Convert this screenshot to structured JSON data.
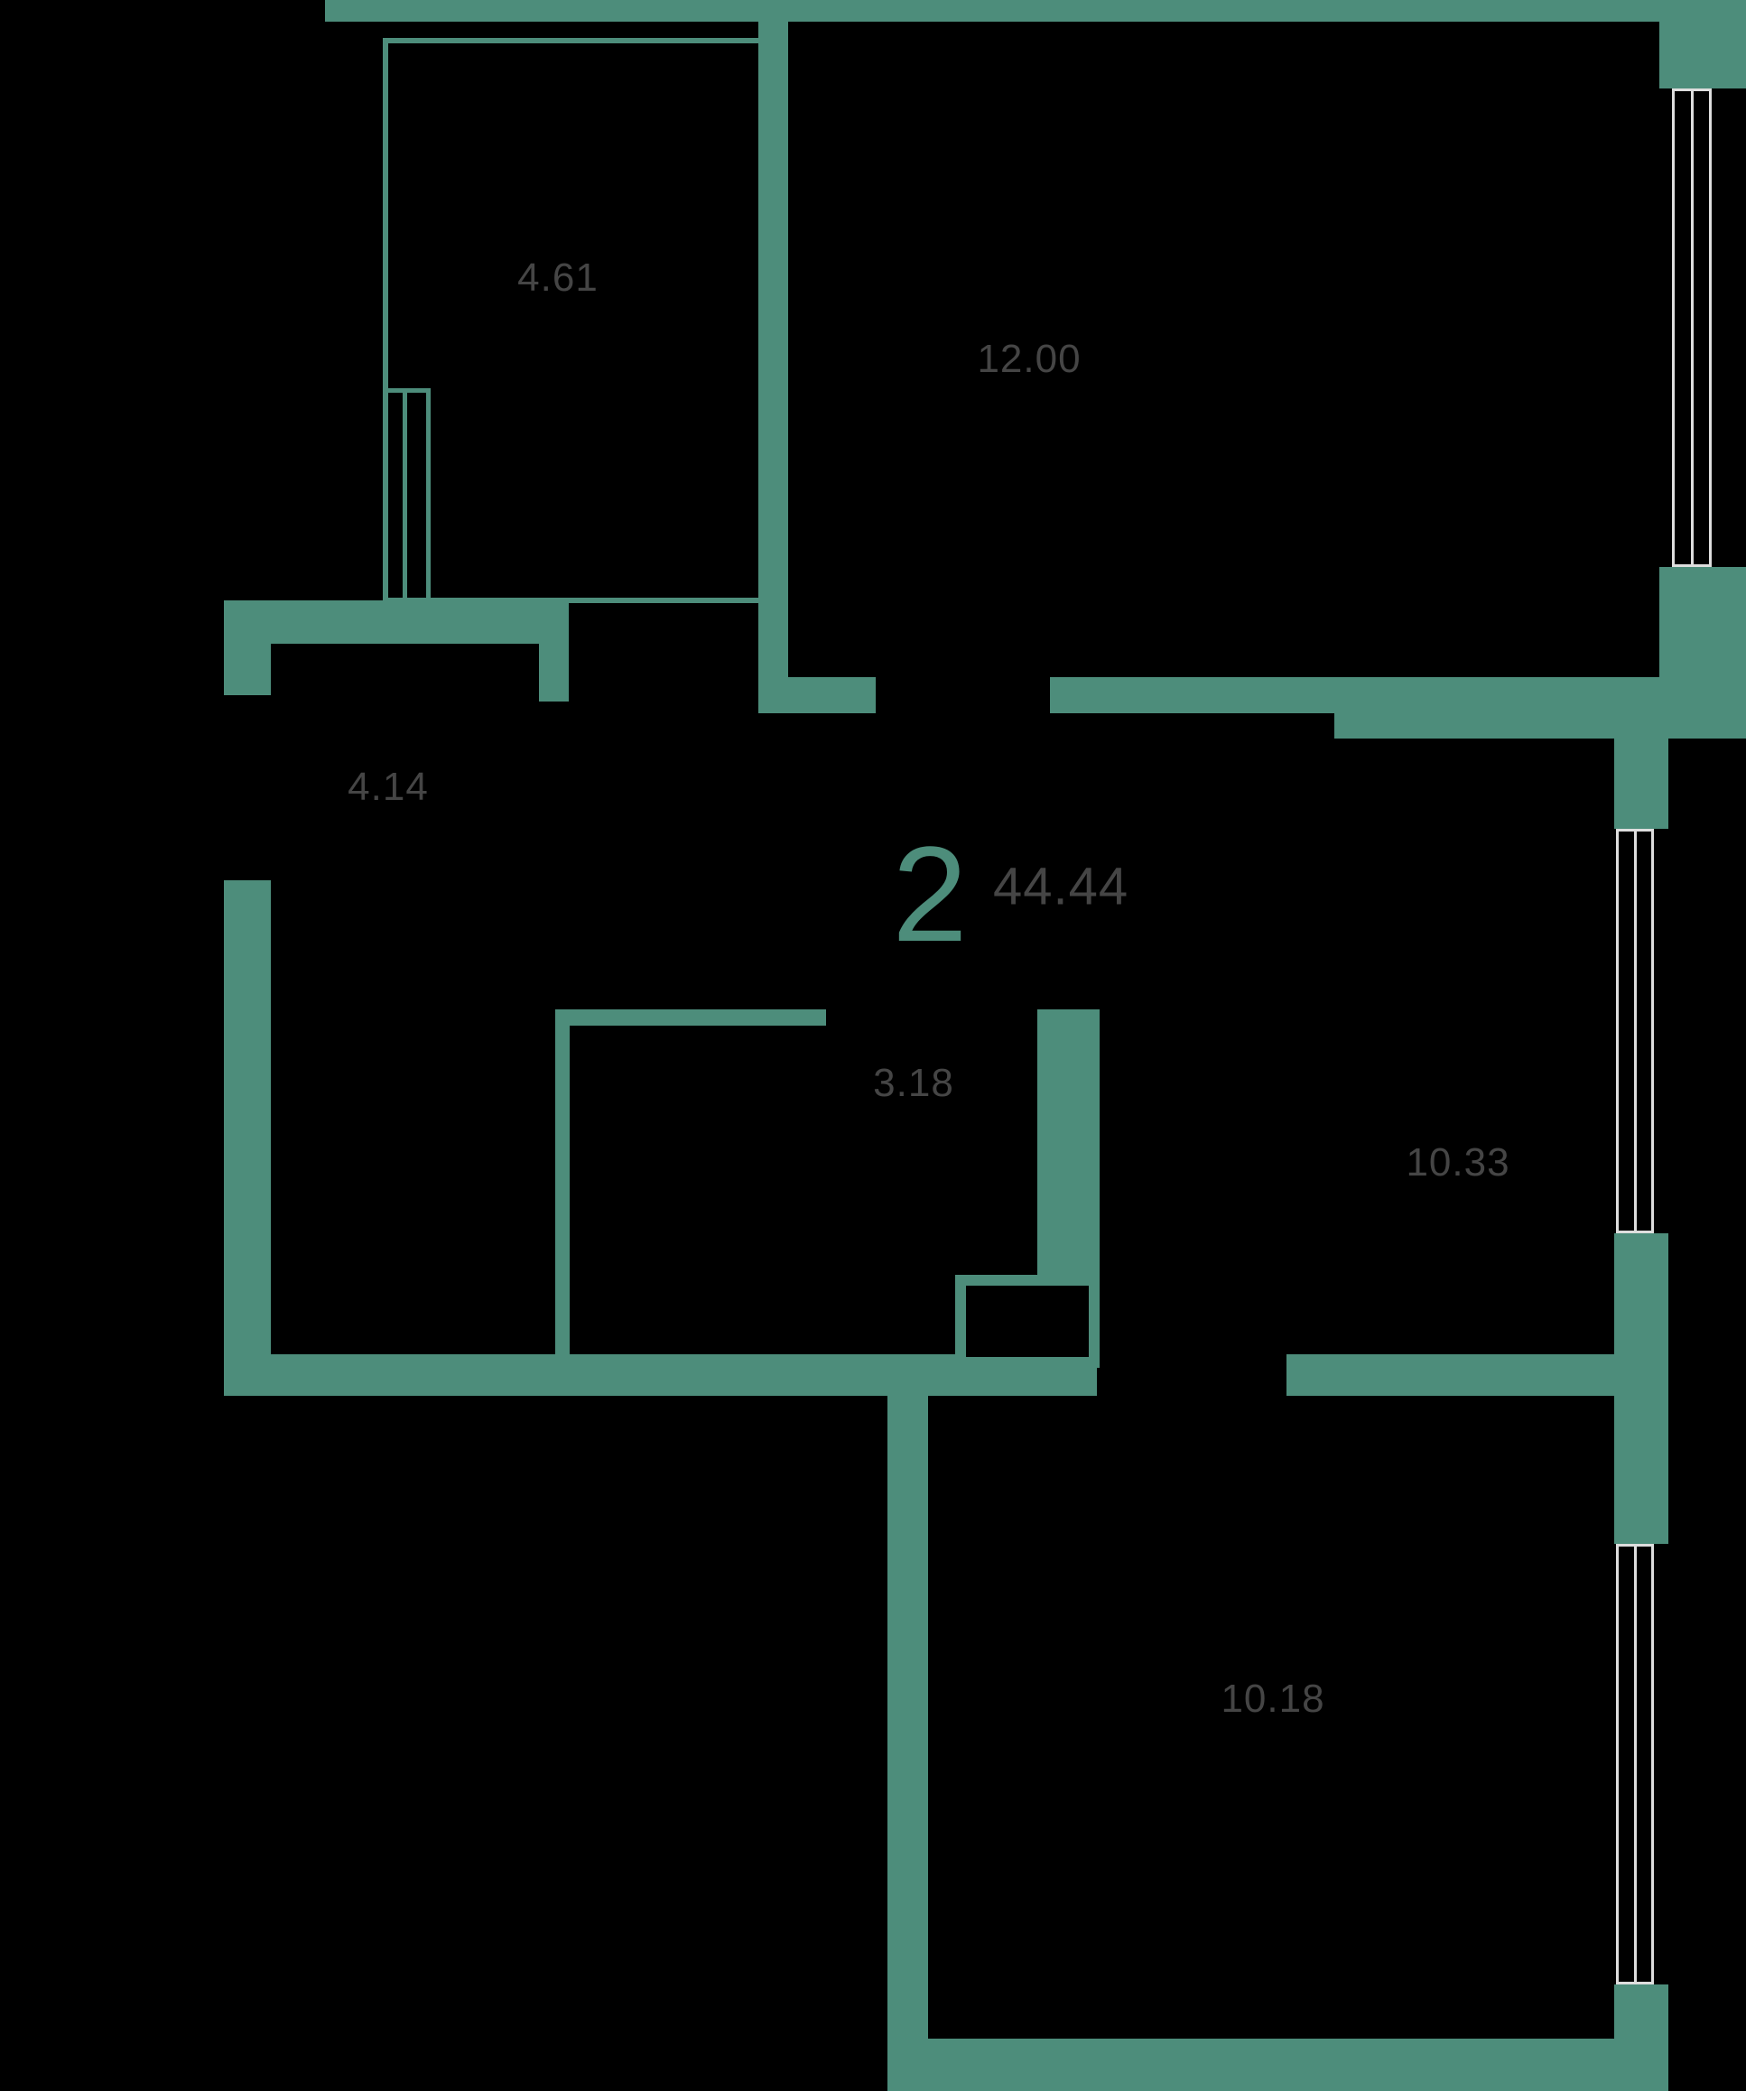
{
  "plan": {
    "rooms_count": "2",
    "total_area": "44.44",
    "rooms": [
      {
        "area": "4.61"
      },
      {
        "area": "12.00"
      },
      {
        "area": "4.14"
      },
      {
        "area": "3.18"
      },
      {
        "area": "10.33"
      },
      {
        "area": "10.18"
      }
    ]
  },
  "colors": {
    "wall": "#4d8d7b",
    "label": "#454545",
    "window": "#dedede",
    "bg": "#000000"
  }
}
